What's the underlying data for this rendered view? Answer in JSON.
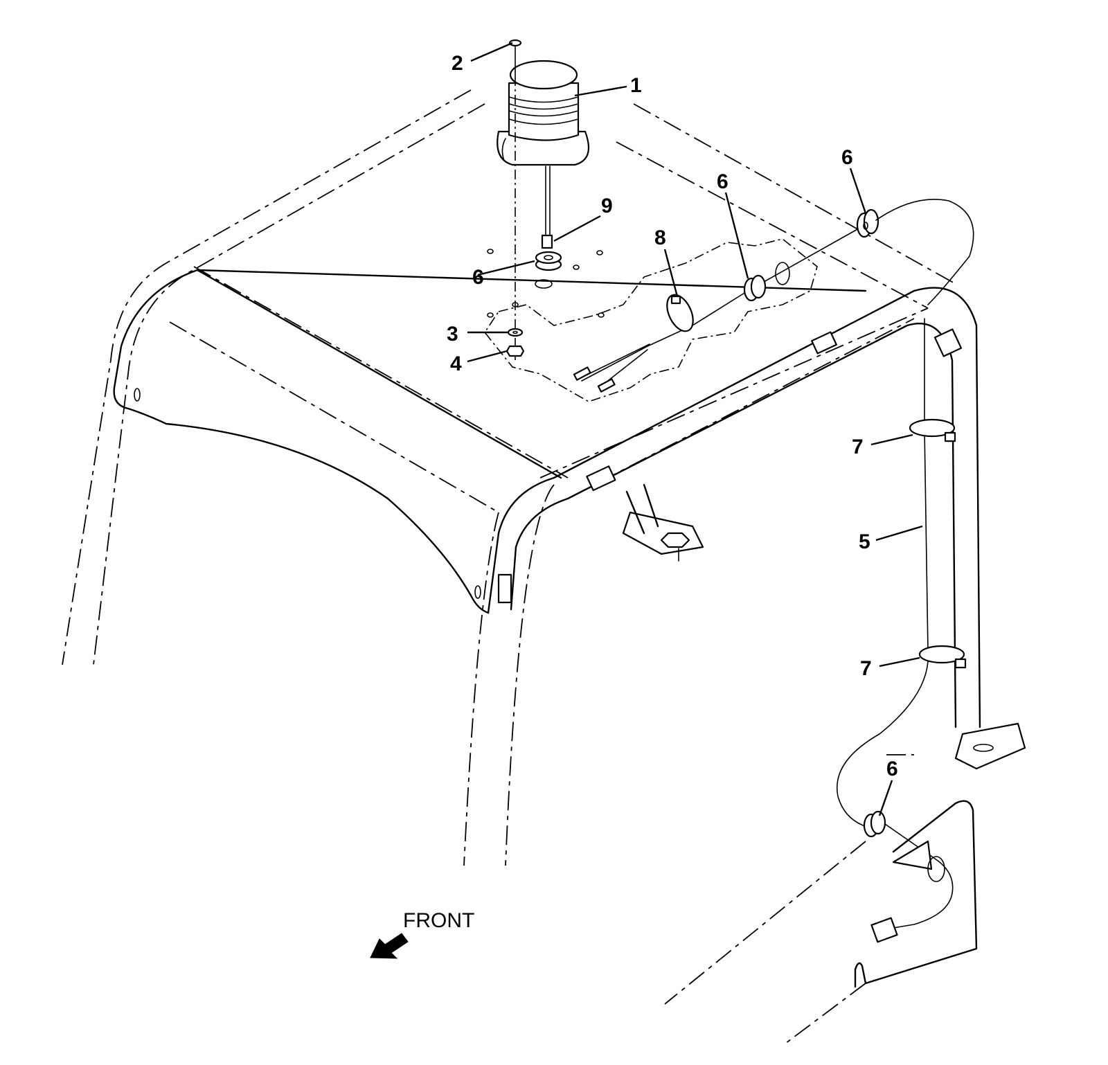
{
  "callouts": {
    "c1": "1",
    "c2": "2",
    "c3": "3",
    "c4": "4",
    "c5": "5",
    "c6a": "6",
    "c6b": "6",
    "c6c": "6",
    "c6d": "6",
    "c7a": "7",
    "c7b": "7",
    "c8": "8",
    "c9": "9"
  },
  "front_label": "FRONT",
  "icons": {
    "front_arrow": "arrow-down-left-icon"
  }
}
